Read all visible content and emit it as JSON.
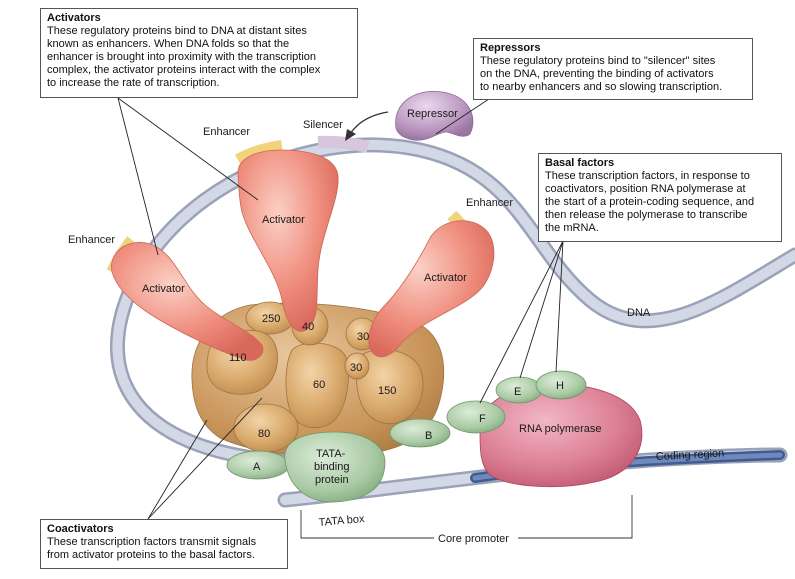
{
  "callouts": {
    "activators": {
      "title": "Activators",
      "text": "These regulatory proteins bind to DNA at distant sites\nknown as enhancers.  When DNA folds so that the\nenhancer is brought into proximity with the transcription\ncomplex, the activator proteins interact with the complex\nto increase the rate of transcription."
    },
    "repressors": {
      "title": "Repressors",
      "text": "These regulatory proteins bind to \"silencer\" sites\non the DNA, preventing the binding of activators\nto nearby enhancers and so slowing transcription."
    },
    "basal_factors": {
      "title": "Basal factors",
      "text": "These transcription factors, in response to\ncoactivators, position RNA polymerase at\nthe start of a protein-coding sequence, and\nthen release the polymerase to transcribe\nthe mRNA."
    },
    "coactivators": {
      "title": "Coactivators",
      "text": "These transcription factors transmit signals\nfrom activator proteins to the basal factors."
    }
  },
  "labels": {
    "enhancer_top": "Enhancer",
    "enhancer_left": "Enhancer",
    "enhancer_right": "Enhancer",
    "silencer": "Silencer",
    "repressor": "Repressor",
    "activator_left": "Activator",
    "activator_mid": "Activator",
    "activator_right": "Activator",
    "dna": "DNA",
    "coding_region": "Coding region",
    "tata_box": "TATA box",
    "core_promoter": "Core promoter",
    "rna_polymerase": "RNA polymerase",
    "tbp_line1": "TATA-",
    "tbp_line2": "binding",
    "tbp_line3": "protein"
  },
  "coactivator_units": {
    "c250": "250",
    "c40": "40",
    "c30a": "30",
    "c30b": "30",
    "c110": "110",
    "c60": "60",
    "c150": "150",
    "c80": "80"
  },
  "basal_units": {
    "a": "A",
    "b": "B",
    "e": "E",
    "f": "F",
    "h": "H"
  },
  "colors": {
    "dna": "#c9cfdf",
    "dna_edge": "#9aa2b8",
    "enhancer": "#f1d37a",
    "silencer": "#d7c6dd",
    "activator": "#ef8d7d",
    "coactivator": "#d8a86a",
    "basal": "#a9c9a4",
    "rna_polymerase": "#d46a82",
    "repressor": "#b996bf"
  }
}
